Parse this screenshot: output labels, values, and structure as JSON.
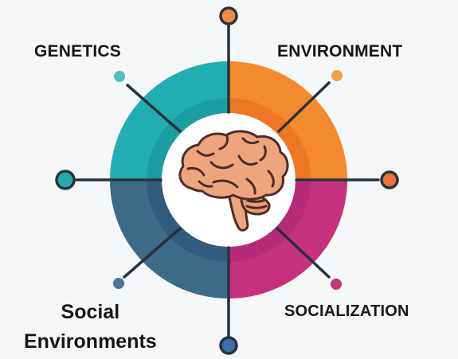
{
  "labels": {
    "genetics": "GENETICS",
    "environment": "ENVIRONMENT",
    "social_environments_line1": "Social",
    "social_environments_line2": "Environments",
    "socialization": "SOCIALIZATION"
  },
  "colors": {
    "background": "#f6f7f8",
    "teal": "#21aeb2",
    "teal_dark": "#168f98",
    "orange": "#f48a2e",
    "orange_dark": "#e8681e",
    "magenta": "#c5317e",
    "magenta_dark": "#a22670",
    "slate": "#3d6a87",
    "slate_dark": "#2b4d78",
    "connector": "#27323e",
    "brain": "#eea57e",
    "brain_outline": "#4b2c28"
  },
  "icons": [
    "brain-icon"
  ]
}
